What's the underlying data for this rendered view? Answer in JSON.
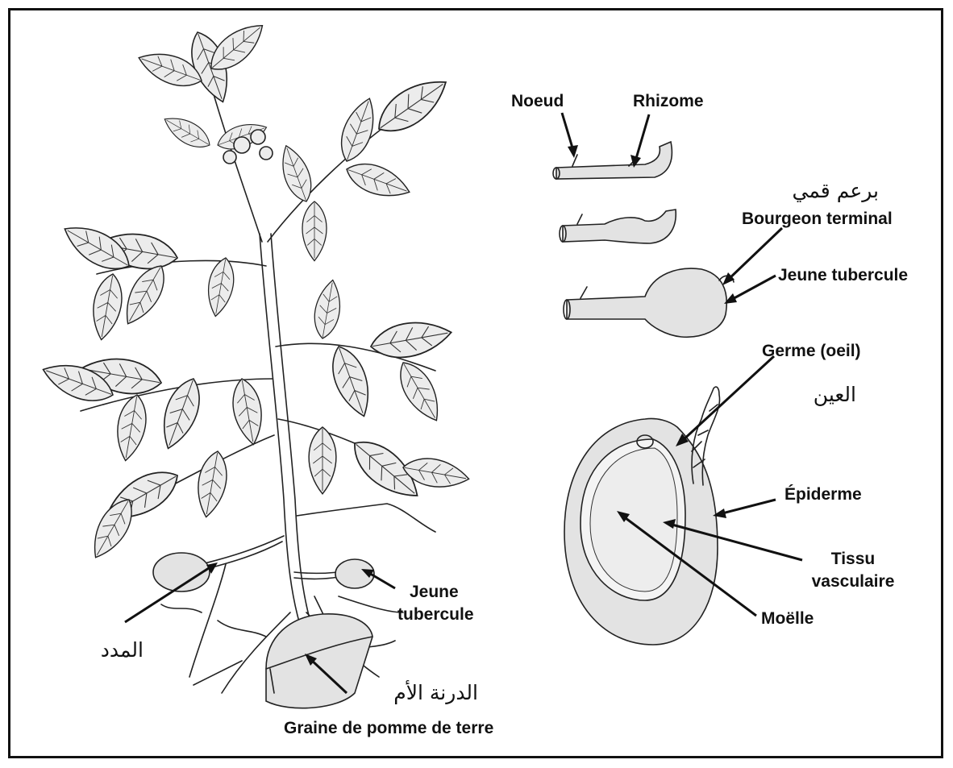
{
  "labels": {
    "noeud": "Noeud",
    "rhizome": "Rhizome",
    "bourgeon_ar": "برعم قمي",
    "bourgeon_fr": "Bourgeon terminal",
    "jeune_tubercule_top": "Jeune tubercule",
    "germe": "Germe (oeil)",
    "oeil_ar": "العين",
    "epiderme": "Épiderme",
    "tissu_1": "Tissu",
    "tissu_2": "vasculaire",
    "moelle": "Moëlle",
    "jeune_1": "Jeune",
    "jeune_2": "tubercule",
    "stolon_ar": "المدد",
    "mere_ar": "الدرنة الأم",
    "graine": "Graine de pomme de terre"
  }
}
